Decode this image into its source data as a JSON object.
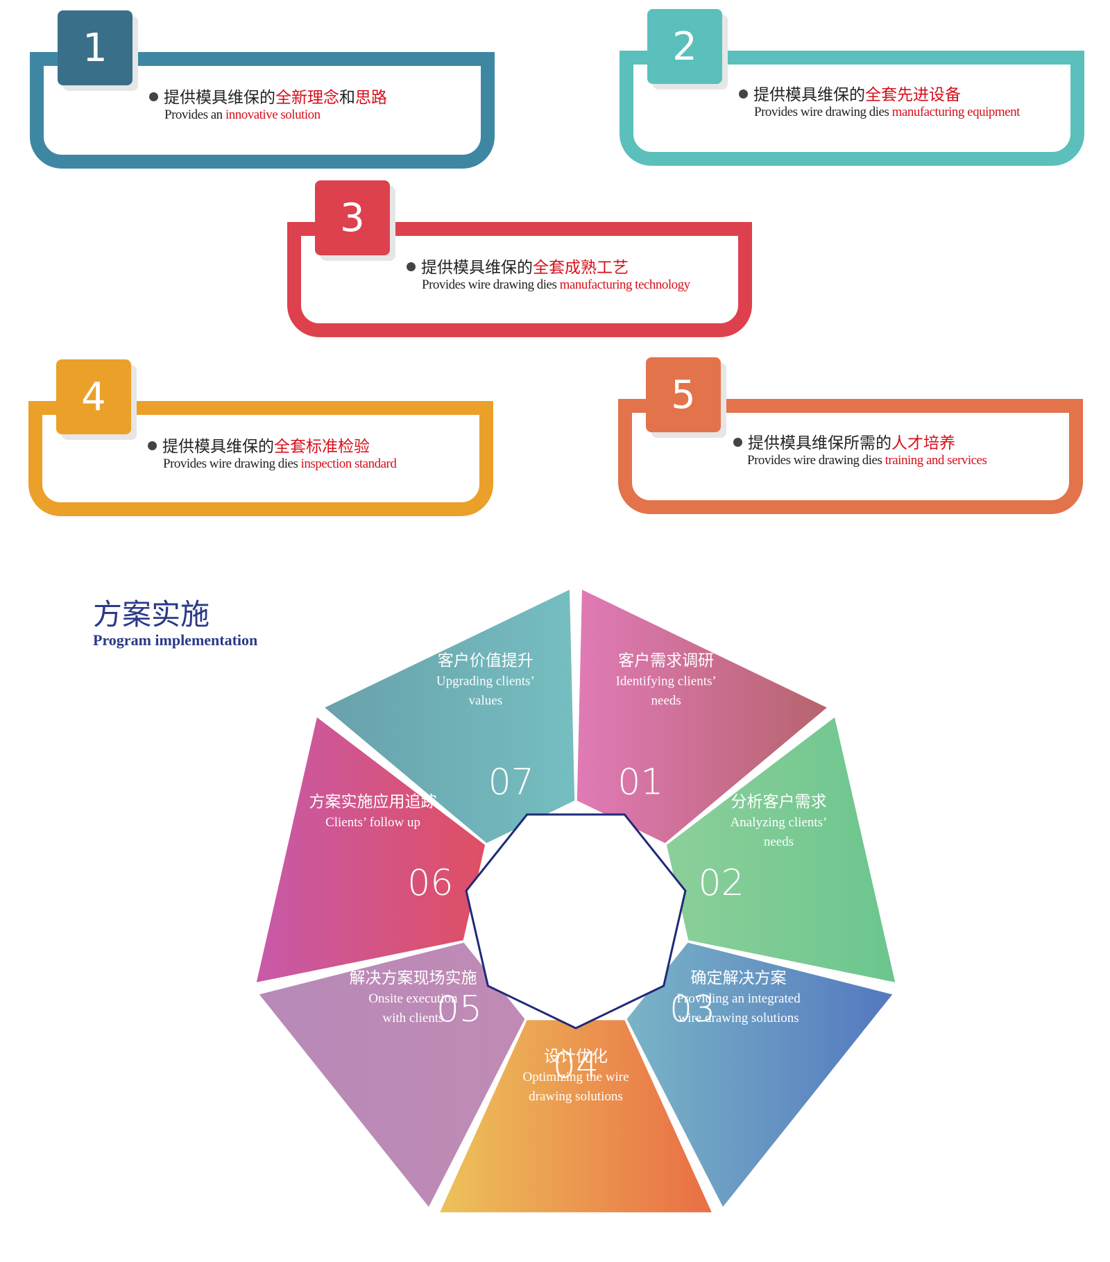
{
  "cards": [
    {
      "num": "1",
      "zh_plain": "提供模具维保的",
      "zh_hl": "全新理念",
      "zh_mid": "和",
      "zh_hl2": "思路",
      "en_plain": "Provides an ",
      "en_hl": "innovative solution",
      "color": "#3e87a3",
      "badge": "#3a6f8a"
    },
    {
      "num": "2",
      "zh_plain": "提供模具维保的",
      "zh_hl": "全套先进设备",
      "zh_mid": "",
      "zh_hl2": "",
      "en_plain": "Provides wire drawing dies ",
      "en_hl": "manufacturing equipment",
      "color": "#5bbfbb",
      "badge": "#5bbfbb"
    },
    {
      "num": "3",
      "zh_plain": "提供模具维保的",
      "zh_hl": "全套成熟工艺",
      "zh_mid": "",
      "zh_hl2": "",
      "en_plain": "Provides wire drawing dies ",
      "en_hl": "manufacturing technology",
      "color": "#dc414d",
      "badge": "#dc414d"
    },
    {
      "num": "4",
      "zh_plain": "提供模具维保的",
      "zh_hl": "全套标准检验",
      "zh_mid": "",
      "zh_hl2": "",
      "en_plain": "Provides wire drawing dies ",
      "en_hl": "inspection standard",
      "color": "#eba02a",
      "badge": "#eba02a"
    },
    {
      "num": "5",
      "zh_plain": "提供模具维保所需的",
      "zh_hl": "人才培养",
      "zh_mid": "",
      "zh_hl2": "",
      "en_plain": "Provides wire drawing dies ",
      "en_hl": "training and services",
      "color": "#e3734a",
      "badge": "#e3734a"
    }
  ],
  "section": {
    "title": "方案实施",
    "subtitle": "Program implementation"
  },
  "wheel": [
    {
      "num": "01",
      "zh": "客户需求调研",
      "en1": "Identifying clients’",
      "en2": "needs",
      "c1": "#e07ab6",
      "c2": "#b7646e"
    },
    {
      "num": "02",
      "zh": "分析客户需求",
      "en1": "Analyzing clients’",
      "en2": "needs",
      "c1": "#8ccf9a",
      "c2": "#6cc58e"
    },
    {
      "num": "03",
      "zh": "确定解决方案",
      "en1": "Providing an integrated",
      "en2": "wire drawing solutions",
      "c1": "#7ab4c6",
      "c2": "#5478bf"
    },
    {
      "num": "04",
      "zh": "设计优化",
      "en1": "Optimizing the wire",
      "en2": "drawing solutions",
      "c1": "#ecc25a",
      "c2": "#ea6e45"
    },
    {
      "num": "05",
      "zh": "解决方案现场实施",
      "en1": "Onsite execution",
      "en2": "with clients",
      "c1": "#b78ab8",
      "c2": "#c08ab5"
    },
    {
      "num": "06",
      "zh": "方案实施应用追踪",
      "en1": "Clients’ follow up",
      "en2": "",
      "c1": "#c75aa9",
      "c2": "#df4f64"
    },
    {
      "num": "07",
      "zh": "客户价值提升",
      "en1": "Upgrading clients’",
      "en2": "values",
      "c1": "#69a1ac",
      "c2": "#75bec0"
    }
  ],
  "hub_color": "#1f2a78"
}
